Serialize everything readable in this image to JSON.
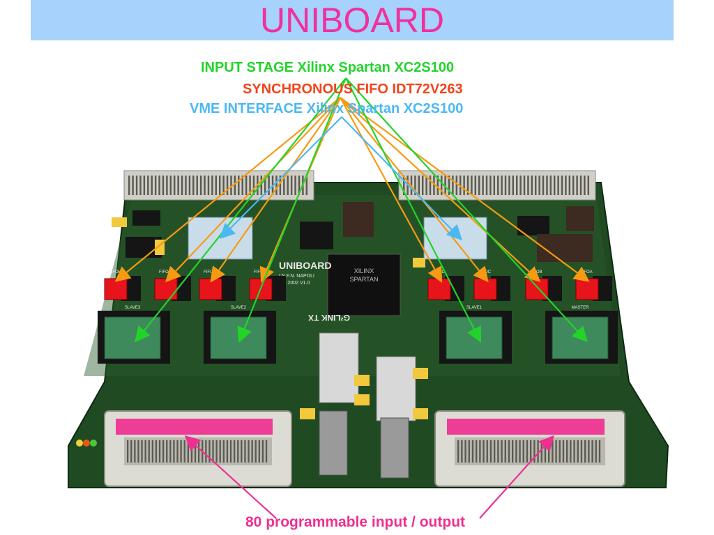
{
  "slide": {
    "title": "UNIBOARD"
  },
  "labels": {
    "input_stage": "INPUT STAGE Xilinx Spartan XC2S100",
    "fifo": "SYNCHRONOUS FIFO IDT72V263",
    "vme": "VME INTERFACE Xilinx Spartan XC2S100",
    "io": "80 programmable input / output"
  },
  "board_markings": {
    "uniboard": "UNIBOARD",
    "infn": "I.N.F.N. NAPOLI",
    "date": "Set.2002  V1.0",
    "glink": "G²LINK TX",
    "fifo_labels": [
      "FIFOH",
      "FIFOG",
      "FIFOF",
      "FIFOE",
      "FIFOD",
      "FIFOC",
      "FIFOB",
      "FIFOA"
    ],
    "fpga_labels": [
      "SLAVE3",
      "SLAVE2",
      "SLAVE1",
      "MASTER"
    ]
  },
  "colors": {
    "input_stage": "#22d42a",
    "fifo": "#f79a12",
    "vme": "#4cb8f2",
    "io": "#ee2f90",
    "fifo_marker": "#e8141c",
    "fpga_marker": "#3f8a5c",
    "vme_marker": "#c9dcea",
    "pcb": "#1f4a22"
  },
  "legend_icons": [
    "arrow-icon"
  ]
}
